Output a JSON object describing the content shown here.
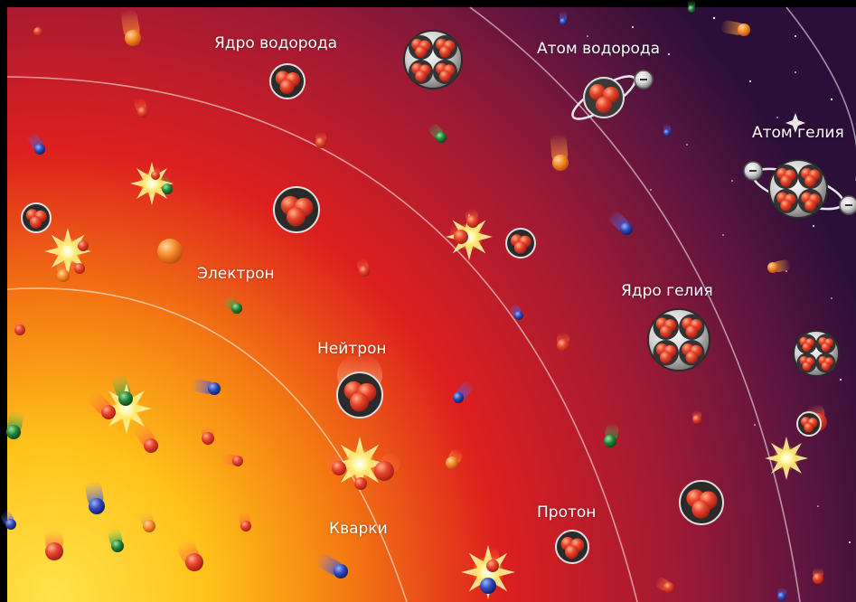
{
  "labels": {
    "hydrogen_nucleus": "Ядро водорода",
    "hydrogen_atom": "Атом водорода",
    "helium_atom": "Атом гелия",
    "electron": "Электрон",
    "helium_nucleus": "Ядро гелия",
    "neutron": "Нейтрон",
    "proton": "Протон",
    "quarks": "Кварки"
  },
  "colors": {
    "core_yellow": "#ffd21a",
    "mid_orange": "#f57b12",
    "red": "#dd1f1e",
    "outer_magenta": "#7d1740",
    "deep_purple": "#35103d",
    "particle_red": "#e0402c",
    "quark_blue": "#233a9c",
    "quark_green": "#1f7a2c",
    "shell_grey": "#d8d8d8"
  },
  "icons": [
    "neutron-particle",
    "proton-particle",
    "electron-particle",
    "quark-particle",
    "helium-nucleus",
    "hydrogen-atom",
    "helium-atom",
    "collision-flash",
    "star-sparkle"
  ]
}
